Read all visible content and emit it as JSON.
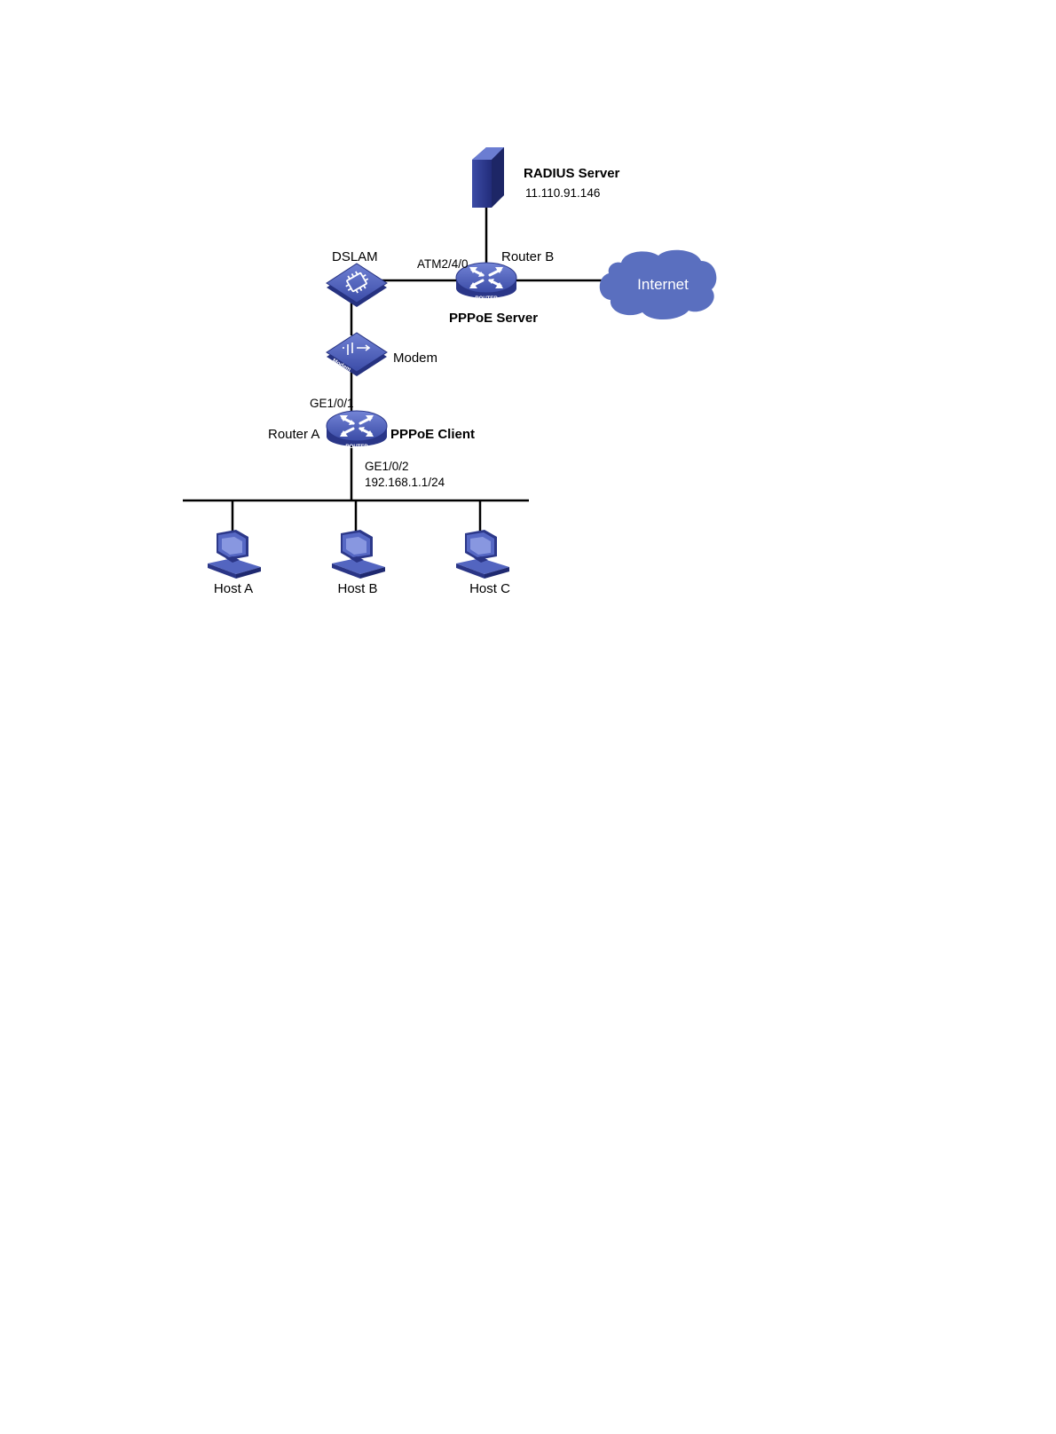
{
  "nodes": {
    "radius_server": {
      "name": "RADIUS Server",
      "ip": "11.110.91.146"
    },
    "router_b": {
      "name": "Router B",
      "role": "PPPoE Server",
      "interface": "ATM2/4/0",
      "badge": "ROUTER"
    },
    "dslam": {
      "name": "DSLAM"
    },
    "internet": {
      "name": "Internet"
    },
    "modem": {
      "name": "Modem",
      "badge": "Modem"
    },
    "router_a": {
      "name": "Router A",
      "role": "PPPoE Client",
      "uplink_interface": "GE1/0/1",
      "lan_interface": "GE1/0/2",
      "lan_ip": "192.168.1.1/24",
      "badge": "ROUTER"
    },
    "hosts": [
      {
        "name": "Host A"
      },
      {
        "name": "Host B"
      },
      {
        "name": "Host C"
      }
    ]
  },
  "colors": {
    "device_blue": "#3e4fa8",
    "device_dark": "#263280",
    "device_light": "#6c7fd0",
    "cloud": "#5a6fbf",
    "link": "#000000"
  }
}
